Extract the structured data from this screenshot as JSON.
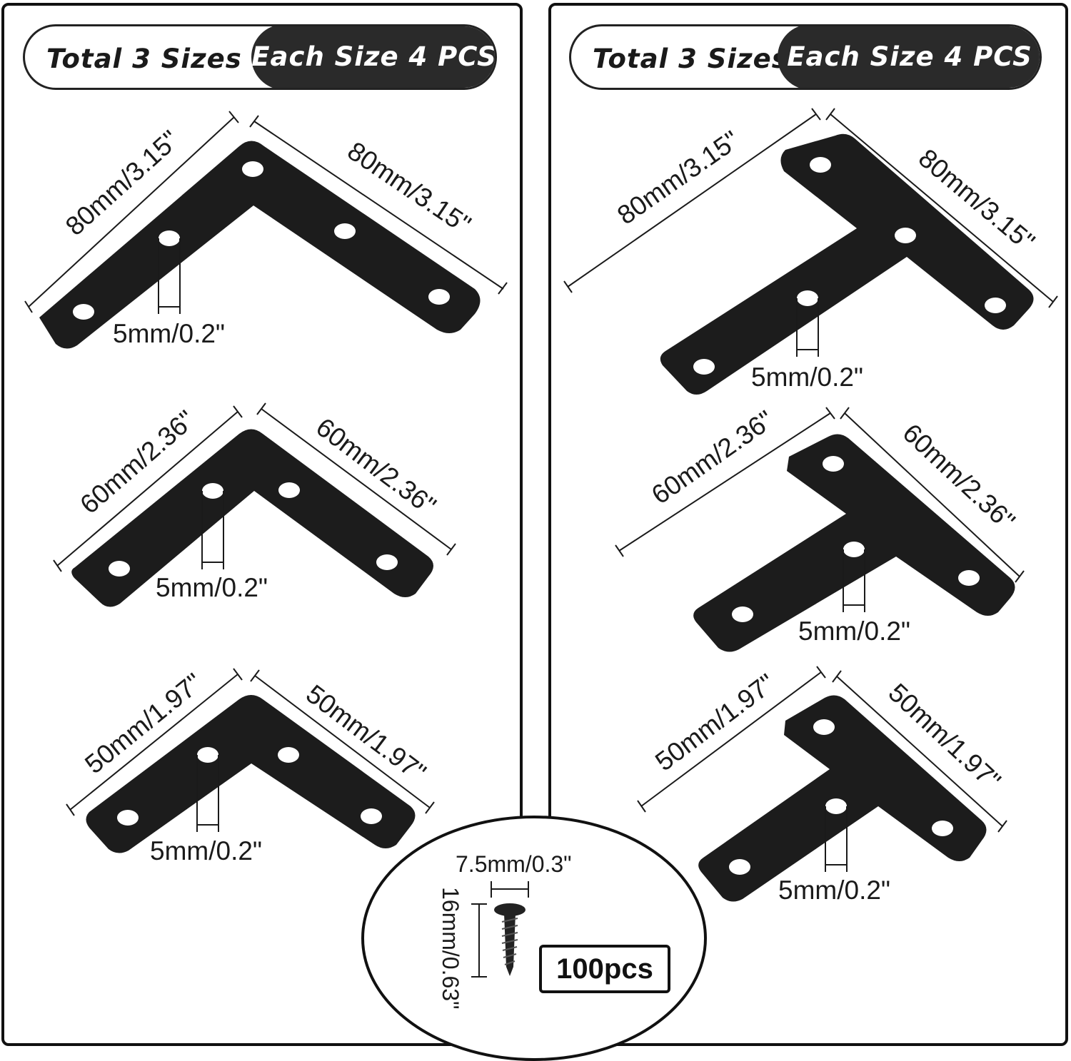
{
  "left_panel": {
    "badge": {
      "left_text": "Total 3 Sizes",
      "right_text": "Each Size 4 PCS"
    },
    "brackets": [
      {
        "shape": "L",
        "side_a": "80mm/3.15\"",
        "side_b": "80mm/3.15\"",
        "hole": "5mm/0.2\""
      },
      {
        "shape": "L",
        "side_a": "60mm/2.36\"",
        "side_b": "60mm/2.36\"",
        "hole": "5mm/0.2\""
      },
      {
        "shape": "L",
        "side_a": "50mm/1.97\"",
        "side_b": "50mm/1.97\"",
        "hole": "5mm/0.2\""
      }
    ]
  },
  "right_panel": {
    "badge": {
      "left_text": "Total 3 Sizes",
      "right_text": "Each Size 4 PCS"
    },
    "brackets": [
      {
        "shape": "T",
        "side_a": "80mm/3.15\"",
        "side_b": "80mm/3.15\"",
        "hole": "5mm/0.2\""
      },
      {
        "shape": "T",
        "side_a": "60mm/2.36\"",
        "side_b": "60mm/2.36\"",
        "hole": "5mm/0.2\""
      },
      {
        "shape": "T",
        "side_a": "50mm/1.97\"",
        "side_b": "50mm/1.97\"",
        "hole": "5mm/0.2\""
      }
    ]
  },
  "screw": {
    "head_width": "7.5mm/0.3\"",
    "length": "16mm/0.63\"",
    "quantity": "100pcs"
  },
  "colors": {
    "bracket": "#1c1c1c",
    "badge_dark": "#2a2a2a",
    "outline": "#111111"
  }
}
